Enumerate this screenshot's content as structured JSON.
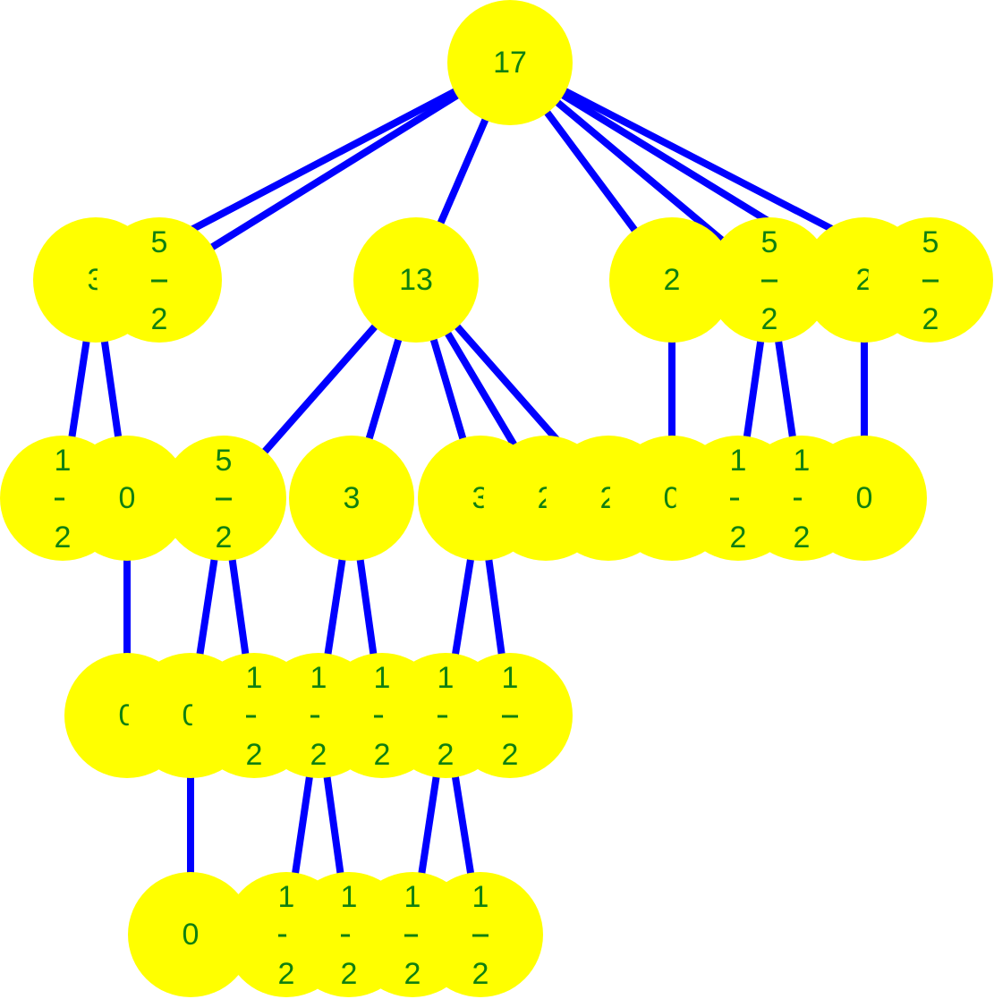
{
  "colors": {
    "node_fill": "#ffff00",
    "edge": "#0000ff",
    "label": "#108010",
    "background": "#ffffff"
  },
  "tree": {
    "nodes": [
      {
        "id": "n0",
        "label": "17"
      },
      {
        "id": "n1",
        "label": "3"
      },
      {
        "id": "n2",
        "label": "5/2"
      },
      {
        "id": "n3",
        "label": "13"
      },
      {
        "id": "n4",
        "label": "2"
      },
      {
        "id": "n5",
        "label": "5/2"
      },
      {
        "id": "n6",
        "label": "2"
      },
      {
        "id": "n7",
        "label": "5/2"
      },
      {
        "id": "n8",
        "label": "1/2"
      },
      {
        "id": "n9",
        "label": "0"
      },
      {
        "id": "n10",
        "label": "5/2"
      },
      {
        "id": "n11",
        "label": "3"
      },
      {
        "id": "n12",
        "label": "3"
      },
      {
        "id": "n13",
        "label": "2"
      },
      {
        "id": "n14",
        "label": "2"
      },
      {
        "id": "n15",
        "label": "0"
      },
      {
        "id": "n16",
        "label": "1/2"
      },
      {
        "id": "n17",
        "label": "1/2"
      },
      {
        "id": "n18",
        "label": "0"
      },
      {
        "id": "n19",
        "label": "0"
      },
      {
        "id": "n20",
        "label": "0"
      },
      {
        "id": "n21",
        "label": "1/2"
      },
      {
        "id": "n22",
        "label": "1/2"
      },
      {
        "id": "n23",
        "label": "1/2"
      },
      {
        "id": "n24",
        "label": "1/2"
      },
      {
        "id": "n25",
        "label": "1/2"
      },
      {
        "id": "n26",
        "label": "0"
      },
      {
        "id": "n27",
        "label": "1/2"
      },
      {
        "id": "n28",
        "label": "1/2"
      },
      {
        "id": "n29",
        "label": "1/2"
      },
      {
        "id": "n30",
        "label": "1/2"
      }
    ],
    "edges": [
      [
        "n0",
        "n1"
      ],
      [
        "n0",
        "n2"
      ],
      [
        "n0",
        "n3"
      ],
      [
        "n0",
        "n4"
      ],
      [
        "n0",
        "n5"
      ],
      [
        "n0",
        "n6"
      ],
      [
        "n0",
        "n7"
      ],
      [
        "n1",
        "n8"
      ],
      [
        "n1",
        "n9"
      ],
      [
        "n3",
        "n10"
      ],
      [
        "n3",
        "n11"
      ],
      [
        "n3",
        "n12"
      ],
      [
        "n3",
        "n13"
      ],
      [
        "n3",
        "n14"
      ],
      [
        "n4",
        "n15"
      ],
      [
        "n5",
        "n16"
      ],
      [
        "n5",
        "n17"
      ],
      [
        "n6",
        "n18"
      ],
      [
        "n9",
        "n19"
      ],
      [
        "n10",
        "n20"
      ],
      [
        "n10",
        "n21"
      ],
      [
        "n11",
        "n22"
      ],
      [
        "n11",
        "n23"
      ],
      [
        "n12",
        "n24"
      ],
      [
        "n12",
        "n25"
      ],
      [
        "n20",
        "n26"
      ],
      [
        "n22",
        "n27"
      ],
      [
        "n22",
        "n28"
      ],
      [
        "n24",
        "n29"
      ],
      [
        "n24",
        "n30"
      ]
    ]
  }
}
